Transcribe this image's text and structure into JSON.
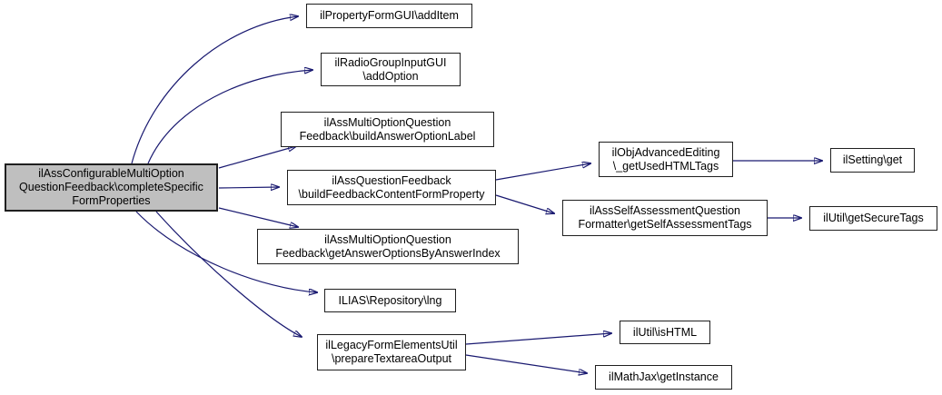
{
  "diagram": {
    "type": "call-graph",
    "colors": {
      "edge": "#191970",
      "node_border": "#1f1f1f",
      "node_fill": "#ffffff",
      "highlight_fill": "#bfbfbf",
      "text": "#000000",
      "background": "#ffffff"
    },
    "nodes": [
      {
        "id": "completeSpecificFormProperties",
        "label": "ilAssConfigurableMultiOption\nQuestionFeedback\\completeSpecific\nFormProperties",
        "highlighted": true
      },
      {
        "id": "addItem",
        "label": "ilPropertyFormGUI\\addItem",
        "highlighted": false
      },
      {
        "id": "addOption",
        "label": "ilRadioGroupInputGUI\n\\addOption",
        "highlighted": false
      },
      {
        "id": "buildAnswerOptionLabel",
        "label": "ilAssMultiOptionQuestion\nFeedback\\buildAnswerOptionLabel",
        "highlighted": false
      },
      {
        "id": "buildFeedbackContentFormProperty",
        "label": "ilAssQuestionFeedback\n\\buildFeedbackContentFormProperty",
        "highlighted": false
      },
      {
        "id": "getAnswerOptionsByAnswerIndex",
        "label": "ilAssMultiOptionQuestion\nFeedback\\getAnswerOptionsByAnswerIndex",
        "highlighted": false
      },
      {
        "id": "lng",
        "label": "ILIAS\\Repository\\lng",
        "highlighted": false
      },
      {
        "id": "prepareTextareaOutput",
        "label": "ilLegacyFormElementsUtil\n\\prepareTextareaOutput",
        "highlighted": false
      },
      {
        "id": "getUsedHTMLTags",
        "label": "ilObjAdvancedEditing\n\\_getUsedHTMLTags",
        "highlighted": false
      },
      {
        "id": "getSelfAssessmentTags",
        "label": "ilAssSelfAssessmentQuestion\nFormatter\\getSelfAssessmentTags",
        "highlighted": false
      },
      {
        "id": "ilSettingGet",
        "label": "ilSetting\\get",
        "highlighted": false
      },
      {
        "id": "getSecureTags",
        "label": "ilUtil\\getSecureTags",
        "highlighted": false
      },
      {
        "id": "isHTML",
        "label": "ilUtil\\isHTML",
        "highlighted": false
      },
      {
        "id": "getInstance",
        "label": "ilMathJax\\getInstance",
        "highlighted": false
      }
    ],
    "edges": [
      {
        "from": "completeSpecificFormProperties",
        "to": "addItem"
      },
      {
        "from": "completeSpecificFormProperties",
        "to": "addOption"
      },
      {
        "from": "completeSpecificFormProperties",
        "to": "buildAnswerOptionLabel"
      },
      {
        "from": "completeSpecificFormProperties",
        "to": "buildFeedbackContentFormProperty"
      },
      {
        "from": "completeSpecificFormProperties",
        "to": "getAnswerOptionsByAnswerIndex"
      },
      {
        "from": "completeSpecificFormProperties",
        "to": "lng"
      },
      {
        "from": "completeSpecificFormProperties",
        "to": "prepareTextareaOutput"
      },
      {
        "from": "buildFeedbackContentFormProperty",
        "to": "getUsedHTMLTags"
      },
      {
        "from": "buildFeedbackContentFormProperty",
        "to": "getSelfAssessmentTags"
      },
      {
        "from": "getUsedHTMLTags",
        "to": "ilSettingGet"
      },
      {
        "from": "getSelfAssessmentTags",
        "to": "getSecureTags"
      },
      {
        "from": "prepareTextareaOutput",
        "to": "isHTML"
      },
      {
        "from": "prepareTextareaOutput",
        "to": "getInstance"
      }
    ]
  }
}
